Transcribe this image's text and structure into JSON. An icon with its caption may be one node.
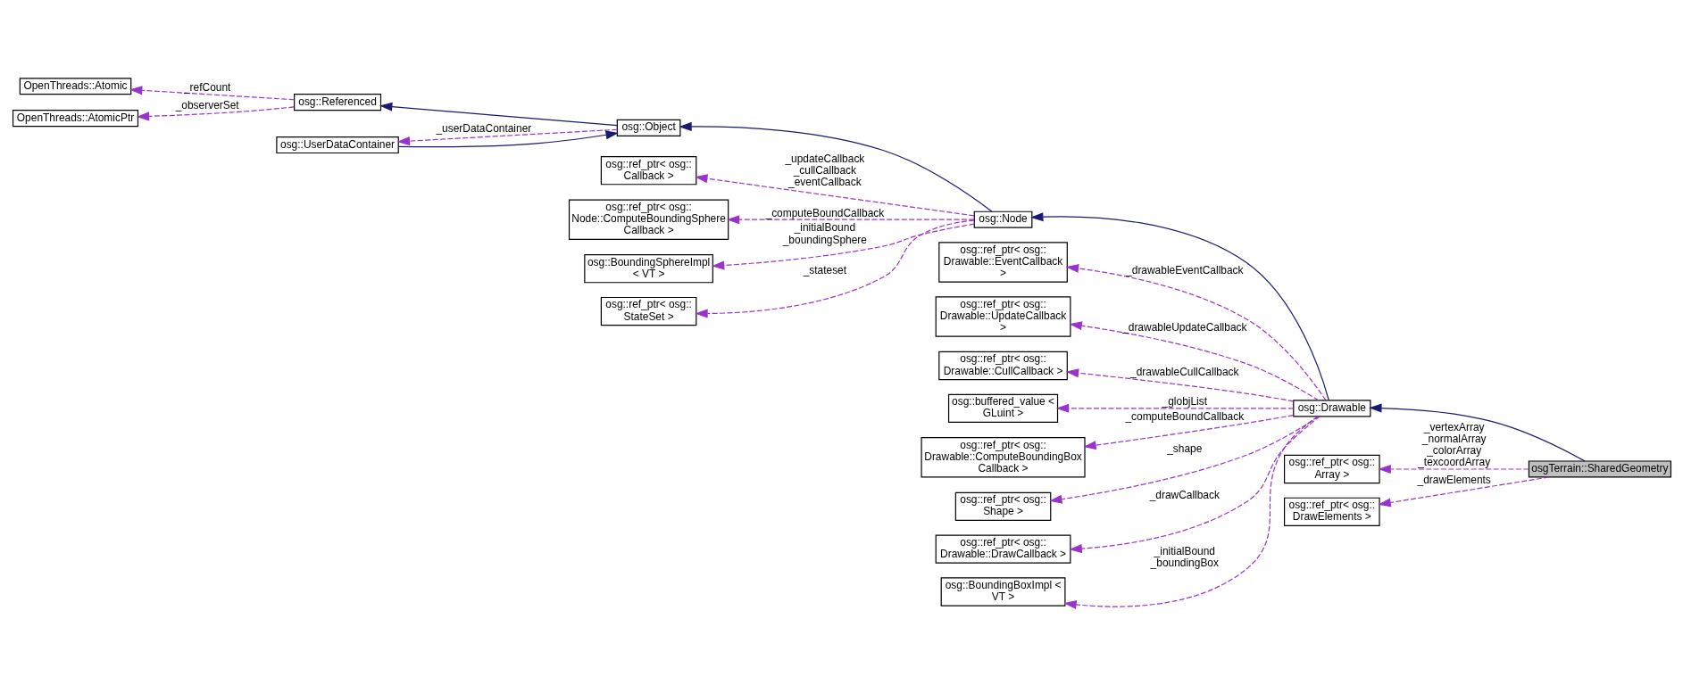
{
  "diagram": {
    "nodes": [
      {
        "text": [
          "OpenThreads::Atomic"
        ]
      },
      {
        "text": [
          "OpenThreads::AtomicPtr"
        ]
      },
      {
        "text": [
          "osg::Referenced"
        ]
      },
      {
        "text": [
          "osg::Object"
        ]
      },
      {
        "text": [
          "osg::UserDataContainer"
        ]
      },
      {
        "text": [
          "osg::ref_ptr< osg:: Callback >"
        ]
      },
      {
        "text": [
          "osg::ref_ptr< osg:: Node::ComputeBoundingSphere Callback >"
        ]
      },
      {
        "text": [
          "osg::BoundingSphereImpl < VT >"
        ]
      },
      {
        "text": [
          "osg::ref_ptr< osg:: StateSet >"
        ]
      },
      {
        "text": [
          "osg::Node"
        ]
      },
      {
        "text": [
          "osg::ref_ptr< osg:: Drawable::EventCallback >"
        ]
      },
      {
        "text": [
          "osg::ref_ptr< osg:: Drawable::UpdateCallback >"
        ]
      },
      {
        "text": [
          "osg::ref_ptr< osg:: Drawable::CullCallback >"
        ]
      },
      {
        "text": [
          "osg::buffered_value < GLuint >"
        ]
      },
      {
        "text": [
          "osg::ref_ptr< osg:: Drawable::ComputeBoundingBox Callback >"
        ]
      },
      {
        "text": [
          "osg::ref_ptr< osg:: Shape >"
        ]
      },
      {
        "text": [
          "osg::ref_ptr< osg:: Drawable::DrawCallback >"
        ]
      },
      {
        "text": [
          "osg::BoundingBoxImpl < VT >"
        ]
      },
      {
        "text": [
          "osg::Drawable"
        ]
      },
      {
        "text": [
          "osg::ref_ptr< osg:: Array >"
        ]
      },
      {
        "text": [
          "osg::ref_ptr< osg:: DrawElements >"
        ]
      },
      {
        "text": [
          "osgTerrain::SharedGeometry"
        ]
      }
    ],
    "edges": [
      {
        "from": 2,
        "to": 0,
        "arrow": "to",
        "label": "_refCount",
        "style": "dashed"
      },
      {
        "from": 2,
        "to": 1,
        "arrow": "to",
        "label": "_observerSet",
        "style": "dashed"
      },
      {
        "from": 3,
        "to": 2,
        "arrow": "to",
        "color": "#191970"
      },
      {
        "from": 4,
        "to": 3,
        "arrow": "to",
        "color": "#191970"
      },
      {
        "from": 3,
        "to": 4,
        "arrow": "to",
        "label": "_userDataContainer",
        "style": "dashed"
      },
      {
        "from": 9,
        "to": 3,
        "arrow": "to",
        "color": "#191970"
      },
      {
        "from": 9,
        "to": 5,
        "arrow": "to",
        "label": "_updateCallback _cullCallback _eventCallback",
        "style": "dashed"
      },
      {
        "from": 9,
        "to": 6,
        "arrow": "to",
        "label": "_computeBoundCallback",
        "style": "dashed"
      },
      {
        "from": 9,
        "to": 7,
        "arrow": "to",
        "label": "_initialBound _boundingSphere",
        "style": "dashed"
      },
      {
        "from": 9,
        "to": 8,
        "arrow": "to",
        "label": "_stateset",
        "style": "dashed"
      },
      {
        "from": 18,
        "to": 9,
        "arrow": "to",
        "color": "#191970"
      },
      {
        "from": 18,
        "to": 10,
        "arrow": "to",
        "label": "_drawableEventCallback",
        "style": "dashed"
      },
      {
        "from": 18,
        "to": 11,
        "arrow": "to",
        "label": "_drawableUpdateCallback",
        "style": "dashed"
      },
      {
        "from": 18,
        "to": 12,
        "arrow": "to",
        "label": "_drawableCullCallback",
        "style": "dashed"
      },
      {
        "from": 18,
        "to": 13,
        "arrow": "to",
        "label": "_globjList",
        "style": "dashed"
      },
      {
        "from": 18,
        "to": 14,
        "arrow": "to",
        "label": "_computeBoundCallback",
        "style": "dashed"
      },
      {
        "from": 18,
        "to": 15,
        "arrow": "to",
        "label": "_shape",
        "style": "dashed"
      },
      {
        "from": 18,
        "to": 16,
        "arrow": "to",
        "label": "_drawCallback",
        "style": "dashed"
      },
      {
        "from": 18,
        "to": 17,
        "arrow": "to",
        "label": "_initialBound _boundingBox",
        "style": "dashed"
      },
      {
        "from": 21,
        "to": 18,
        "arrow": "to",
        "color": "#191970"
      },
      {
        "from": 21,
        "to": 19,
        "arrow": "to",
        "label": "_vertexArray _normalArray _colorArray _texcoordArray",
        "style": "dashed"
      },
      {
        "from": 21,
        "to": 20,
        "arrow": "to",
        "label": "_drawElements",
        "style": "dashed"
      }
    ]
  }
}
